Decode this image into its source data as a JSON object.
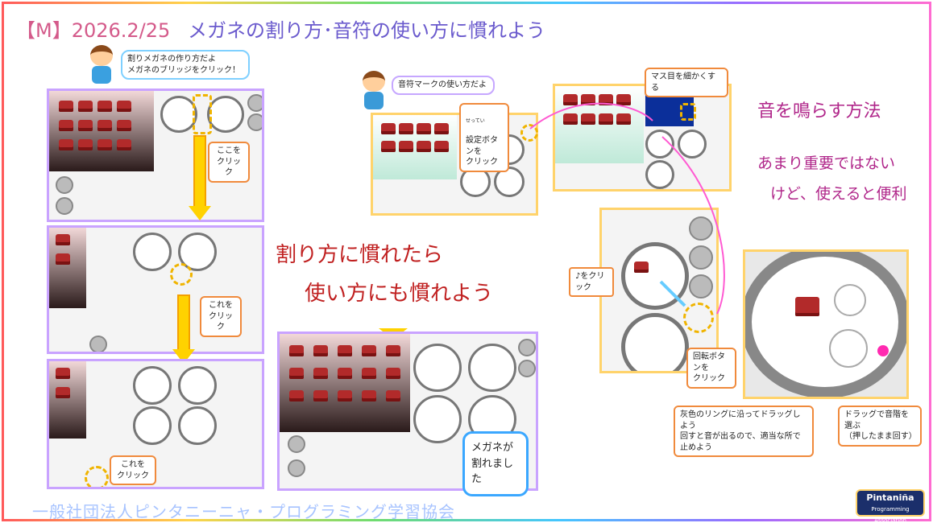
{
  "title": {
    "date": "【M】2026.2/25",
    "text": "メガネの割り方･音符の使い方に慣れよう"
  },
  "left_speech": {
    "line1": "割りメガネの作り方だよ",
    "line2": "メガネのブリッジをクリック！"
  },
  "left_callouts": {
    "click_here": "ここを\nクリック",
    "click_this_1": "これを\nクリック",
    "click_this_2": "これを\nクリック"
  },
  "handwritten_middle": {
    "line1": "割り方に慣れたら",
    "line2": "使い方にも慣れよう"
  },
  "result_callout": "メガネが\n割れました",
  "music_speech": "音符マークの使い方だよ",
  "settings_callout": {
    "ruby": "せってい",
    "text": "設定ボタンを\nクリック"
  },
  "grid_callout": "マス目を細かくする",
  "handwritten_right": {
    "line1": "音を鳴らす方法",
    "line2": "あまり重要ではない",
    "line3": "けど、使えると便利"
  },
  "note_click_callout": "♪をクリック",
  "rotate_callout": "回転ボタンを\nクリック",
  "drag_callout": {
    "line1": "灰色のリングに沿ってドラッグしよう",
    "line2": "回すと音が出るので、適当な所で止めよう"
  },
  "pitch_callout": {
    "line1": "ドラッグで音階を選ぶ",
    "line2": "（押したまま回す）"
  },
  "footer": "一般社団法人ピンタニーニャ・プログラミング学習協会",
  "logo": {
    "name": "Pintaniña",
    "sub": "Programming Association"
  },
  "colors": {
    "accent_purple": "#6a5acd",
    "date_pink": "#d45a8a",
    "callout_orange": "#f08a3c",
    "highlight_yellow": "#f0b400"
  }
}
